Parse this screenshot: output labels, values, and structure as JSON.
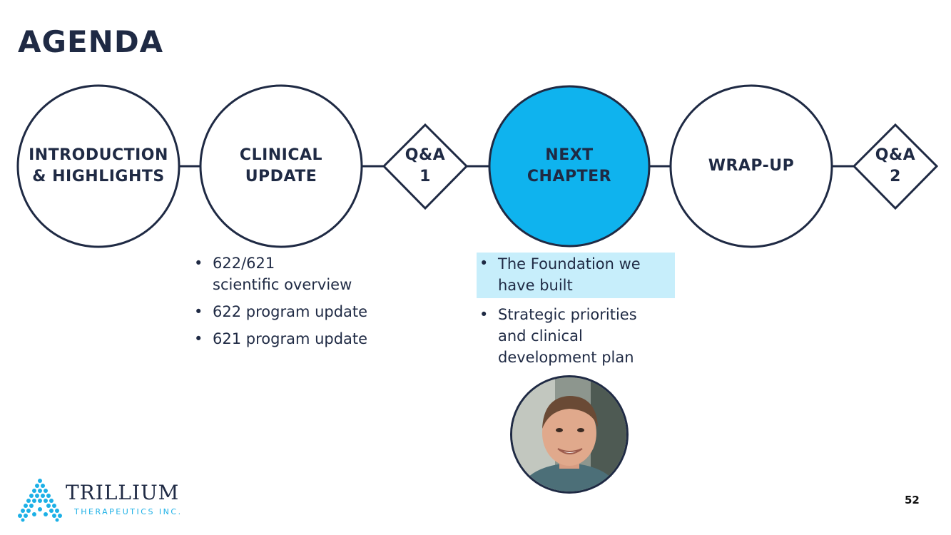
{
  "slide": {
    "title": "AGENDA",
    "page_number": "52"
  },
  "flow": {
    "steps": [
      {
        "line1": "INTRODUCTION",
        "line2": "& HIGHLIGHTS",
        "shape": "circle",
        "active": false
      },
      {
        "line1": "CLINICAL",
        "line2": "UPDATE",
        "shape": "circle",
        "active": false
      },
      {
        "line1": "Q&A",
        "line2": "1",
        "shape": "diamond",
        "active": false
      },
      {
        "line1": "NEXT",
        "line2": "CHAPTER",
        "shape": "circle",
        "active": true
      },
      {
        "line1": "WRAP-UP",
        "shape": "circle",
        "active": false
      },
      {
        "line1": "Q&A",
        "line2": "2",
        "shape": "diamond",
        "active": false
      }
    ]
  },
  "clinical_bullets": [
    {
      "line1": "622/621",
      "line2": "scientific overview"
    },
    {
      "line1": "622 program update"
    },
    {
      "line1": "621 program update"
    }
  ],
  "next_chapter_bullets": [
    {
      "line1": "The Foundation we",
      "line2": "have built",
      "highlighted": true
    },
    {
      "line1": "Strategic priorities",
      "line2": "and clinical",
      "line3": "development plan",
      "highlighted": false
    }
  ],
  "logo": {
    "name": "TRILLIUM",
    "subtitle": "THERAPEUTICS INC."
  },
  "colors": {
    "navy": "#1f2a44",
    "active_fill": "#0fb3ee",
    "highlight": "#c7eefb",
    "brand_cyan": "#1cb0e6"
  }
}
